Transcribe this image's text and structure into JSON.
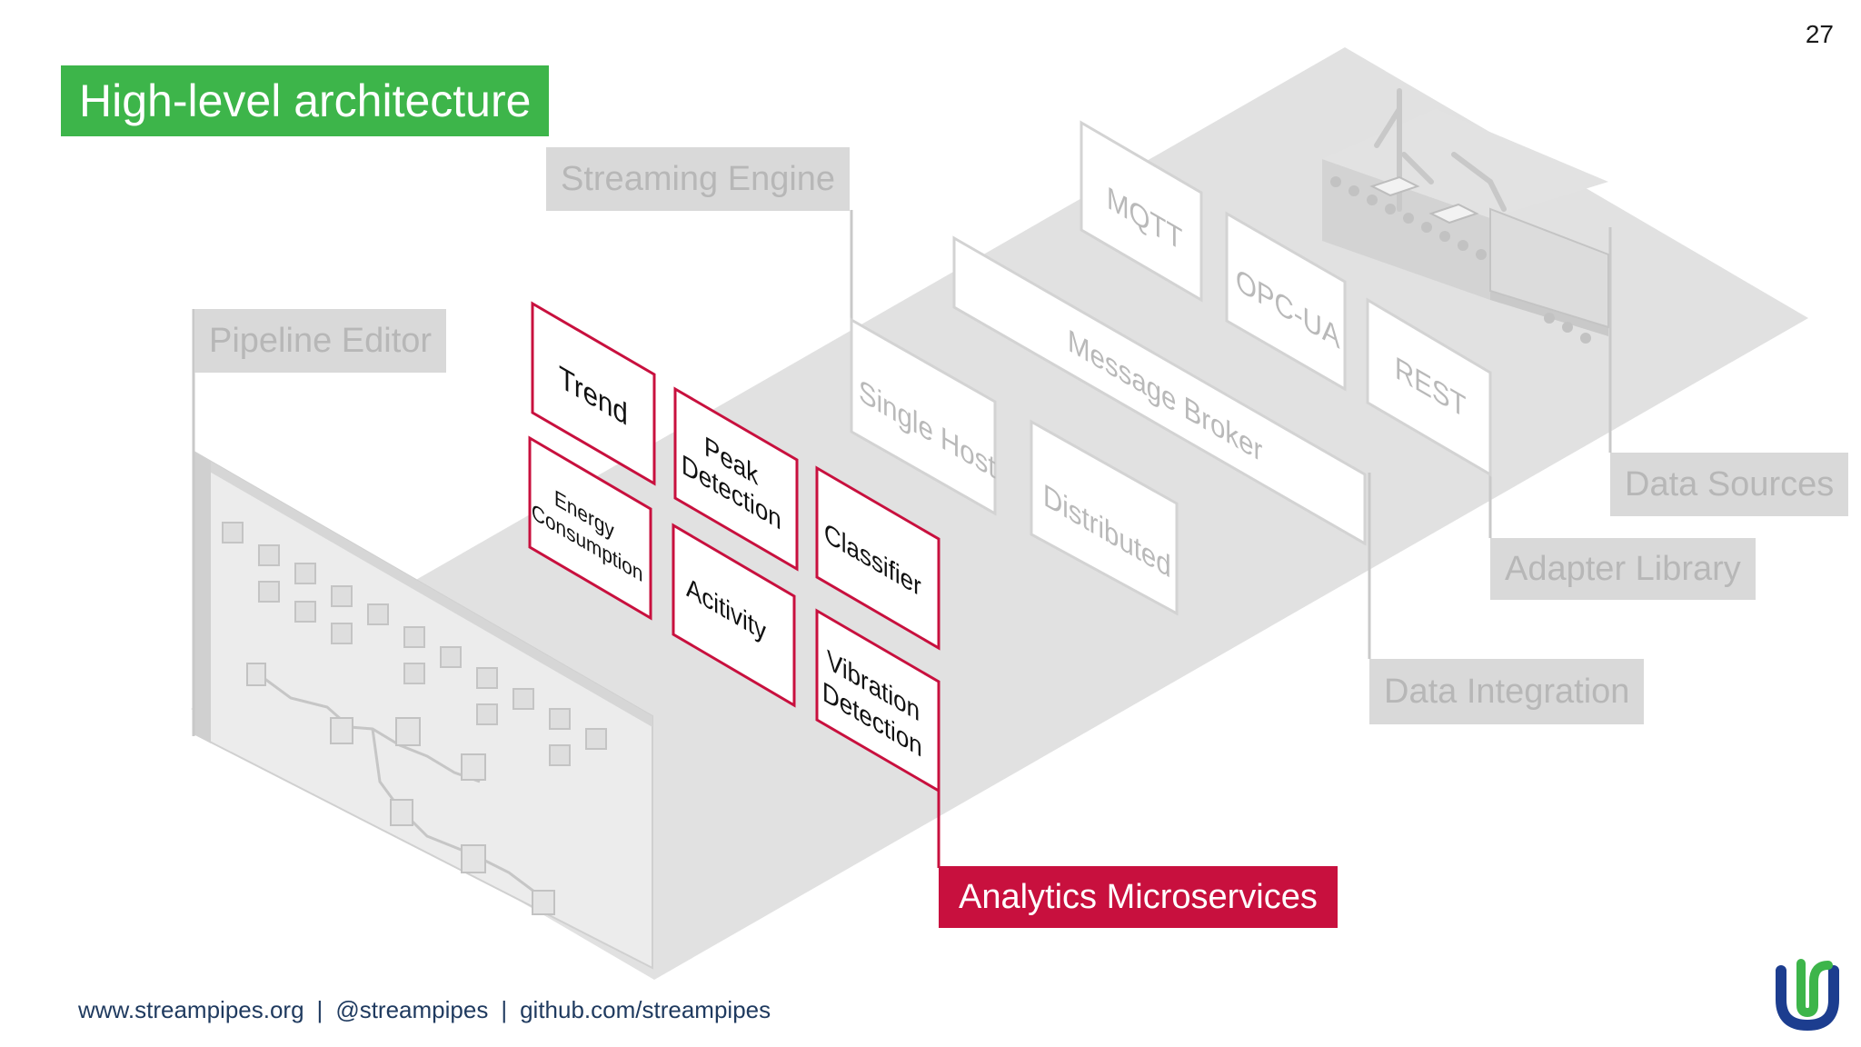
{
  "slide": {
    "page_number": "27",
    "title": "High-level architecture"
  },
  "layers": {
    "streaming_engine": "Streaming Engine",
    "pipeline_editor": "Pipeline Editor",
    "data_sources": "Data Sources",
    "adapter_library": "Adapter Library",
    "data_integration": "Data Integration",
    "analytics_microservices": "Analytics Microservices"
  },
  "components": {
    "mqtt": "MQTT",
    "opc_ua": "OPC-UA",
    "rest": "REST",
    "message_broker": "Message Broker",
    "single_host": "Single Host",
    "distributed": "Distributed"
  },
  "analytics": {
    "trend": "Trend",
    "peak_detection": [
      "Peak",
      "Detection"
    ],
    "energy_consumption": [
      "Energy",
      "Consumption"
    ],
    "activity": "Acitivity",
    "classifier": "Classifier",
    "vibration_detection": [
      "Vibration",
      "Detection"
    ]
  },
  "footer": {
    "website": "www.streampipes.org",
    "twitter": "@streampipes",
    "github": "github.com/streampipes"
  },
  "colors": {
    "title_bg": "#3db54a",
    "accent_red": "#c8103e",
    "layer_gray": "#d9d9d9",
    "label_gray_text": "#b7b7b7",
    "footer_text": "#1f3a5f",
    "logo_blue": "#1c3d8f",
    "logo_green": "#3db54a"
  },
  "icons": [
    "factory-conveyor-icon",
    "streampipes-logo"
  ]
}
